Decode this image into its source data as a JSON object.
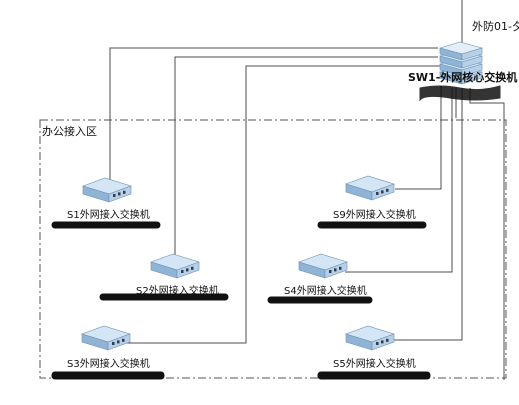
{
  "region": {
    "label": "办公接入区"
  },
  "uplink": {
    "label": "外防01-夕"
  },
  "core": {
    "name": "SW1-外网核心交换机"
  },
  "switches": [
    {
      "id": "s1",
      "name": "S1外网接入交换机"
    },
    {
      "id": "s2",
      "name": "S2外网接入交换机"
    },
    {
      "id": "s3",
      "name": "S3外网接入交换机"
    },
    {
      "id": "s4",
      "name": "S4外网接入交换机"
    },
    {
      "id": "s5",
      "name": "S5外网接入交换机"
    },
    {
      "id": "s9",
      "name": "S9外网接入交换机"
    }
  ],
  "colors": {
    "link": "#4d4d4d",
    "device_top": "#d4e6f5",
    "device_side": "#8fb4d6",
    "device_edge": "#6a8fb5",
    "redaction": "#111111",
    "region_border": "#555555"
  }
}
